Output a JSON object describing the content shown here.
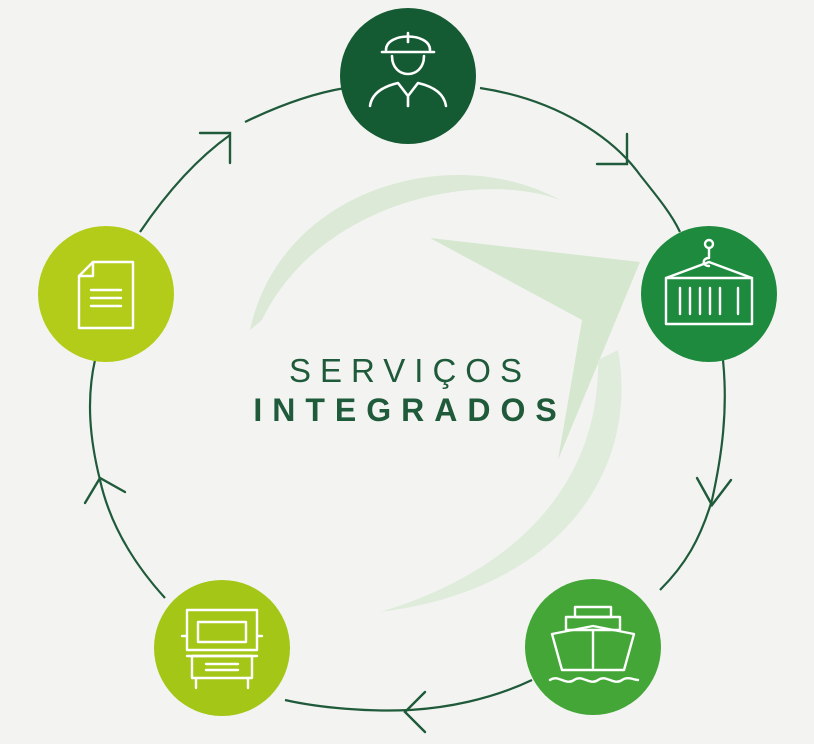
{
  "title": {
    "line1": "SERVIÇOS",
    "line2": "INTEGRADOS"
  },
  "nodes": [
    {
      "name": "worker",
      "icon": "worker-helmet-icon",
      "color": "#145a33"
    },
    {
      "name": "container",
      "icon": "shipping-container-icon",
      "color": "#1e8a3e"
    },
    {
      "name": "ship",
      "icon": "cargo-ship-icon",
      "color": "#43a636"
    },
    {
      "name": "truck",
      "icon": "truck-icon",
      "color": "#a3c617"
    },
    {
      "name": "document",
      "icon": "document-icon",
      "color": "#b3cc1a"
    }
  ],
  "colors": {
    "background": "#f3f4f2",
    "cycle_line": "#1f5a3a",
    "swoosh": "#d7e8d2"
  }
}
